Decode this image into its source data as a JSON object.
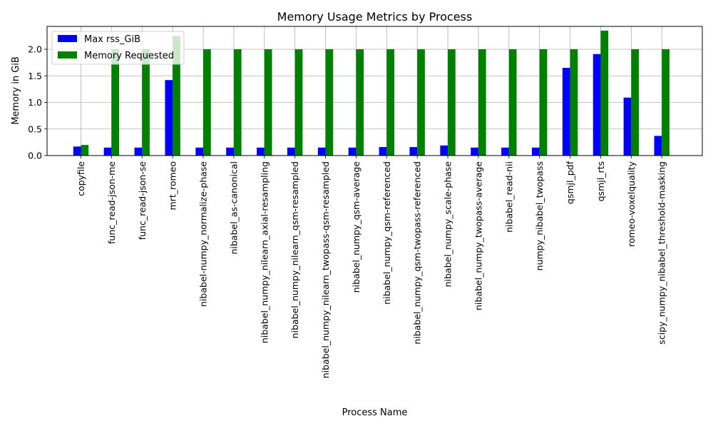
{
  "chart_data": {
    "type": "bar",
    "title": "Memory Usage Metrics by Process",
    "xlabel": "Process Name",
    "ylabel": "Memory in GiB",
    "ylim": [
      0,
      2.43
    ],
    "yticks": [
      0.0,
      0.5,
      1.0,
      1.5,
      2.0
    ],
    "ytick_labels": [
      "0.0",
      "0.5",
      "1.0",
      "1.5",
      "2.0"
    ],
    "grid": true,
    "legend_position": "top-left",
    "categories": [
      "copyfile",
      "func_read-json-me",
      "func_read-json-se",
      "mrt_romeo",
      "nibabel-numpy_normalize-phase",
      "nibabel_as-canonical",
      "nibabel_numpy_nilearn_axial-resampling",
      "nibabel_numpy_nilearn_qsm-resampled",
      "nibabel_numpy_nilearn_twopass-qsm-resampled",
      "nibabel_numpy_qsm-average",
      "nibabel_numpy_qsm-referenced",
      "nibabel_numpy_qsm-twopass-referenced",
      "nibabel_numpy_scale-phase",
      "nibabel_numpy_twopass-average",
      "nibabel_read-nii",
      "numpy_nibabel_twopass",
      "qsmjl_pdf",
      "qsmjl_rts",
      "romeo-voxelquality",
      "scipy_numpy_nibabel_threshold-masking"
    ],
    "series": [
      {
        "name": "Max rss_GiB",
        "color": "#0000ff",
        "values": [
          0.17,
          0.15,
          0.15,
          1.42,
          0.15,
          0.15,
          0.15,
          0.15,
          0.15,
          0.15,
          0.16,
          0.16,
          0.19,
          0.15,
          0.15,
          0.15,
          1.65,
          1.91,
          1.09,
          0.37
        ]
      },
      {
        "name": "Memory Requested",
        "color": "#008000",
        "values": [
          0.2,
          2.0,
          2.0,
          2.25,
          2.0,
          2.0,
          2.0,
          2.0,
          2.0,
          2.0,
          2.0,
          2.0,
          2.0,
          2.0,
          2.0,
          2.0,
          2.0,
          2.35,
          2.0,
          2.0
        ]
      }
    ]
  }
}
